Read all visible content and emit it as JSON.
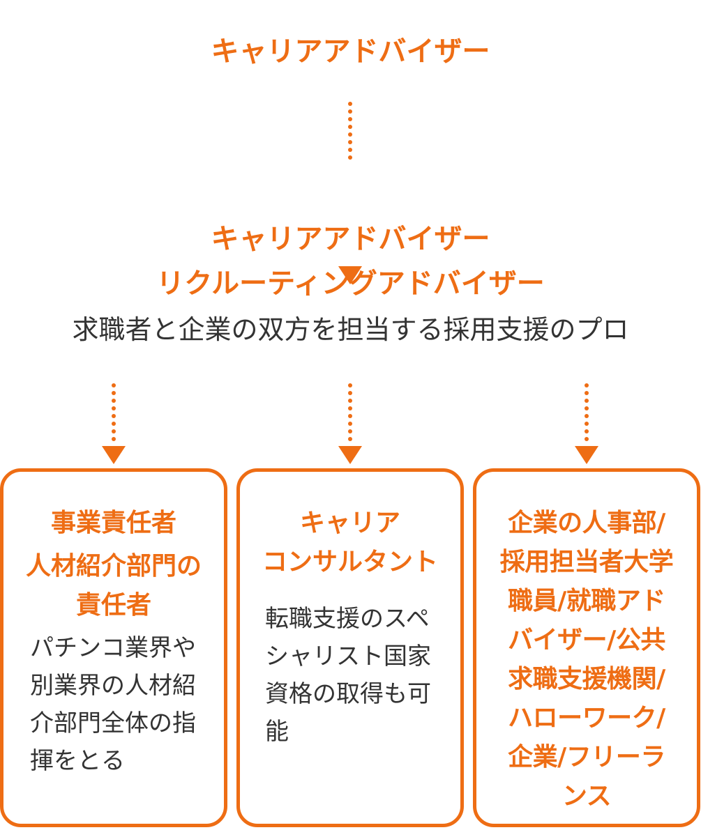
{
  "top_title": "キャリアアドバイザー",
  "middle": {
    "line1": "キャリアアドバイザー",
    "line2": "リクルーティングアドバイザー",
    "description": "求職者と企業の双方を担当する採用支援のプロ"
  },
  "boxes": [
    {
      "heading1": "事業責任者",
      "heading2": "人材紹介部門の\n責任者",
      "body": "パチンコ業界や\n別業界の人材紹\n介部門全体の指\n揮をとる"
    },
    {
      "heading1": "キャリア\nコンサルタント",
      "body": "転職支援のスペ\nシャリスト国家\n資格の取得も可\n能"
    },
    {
      "heading1": "企業の人事部/\n採用担当者大学\n職員/就職アド\nバイザー/公共\n求職支援機関/\nハローワーク/\n企業/フリーラ\nンス"
    }
  ],
  "colors": {
    "accent": "#ee6d14",
    "text": "#333333",
    "background": "#ffffff"
  }
}
